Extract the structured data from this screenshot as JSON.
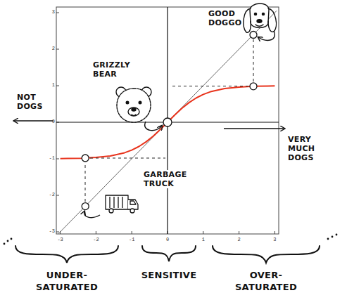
{
  "diagram": {
    "labels": [
      "3",
      "2",
      "1",
      "0",
      "-1",
      "-2",
      "-3",
      "-3",
      "-2",
      "-1",
      "0",
      "1",
      "2",
      "3",
      "GOOD DOGGO",
      "GRIZZLY BEAR",
      "NOT DOGS",
      "VERY MUCH DOGS",
      "GARBAGE TRUCK",
      "UNDER-SATURATED",
      "SENSITIVE",
      "OVER-SATURATED"
    ]
  }
}
